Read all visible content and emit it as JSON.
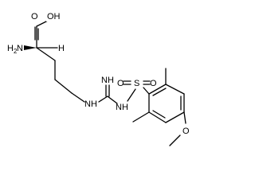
{
  "molecule": {
    "atoms": {
      "oh": "OH",
      "o_carbonyl": "O",
      "h2n_main": "H",
      "h2n_sub": "2",
      "h2n_tail": "N",
      "h_stereo": "H",
      "nh_left": "NH",
      "nh_imine": "NH",
      "nh_right": "NH",
      "s": "S",
      "o_sulfonyl_left": "O",
      "o_sulfonyl_right": "O",
      "o_methoxy": "O"
    }
  }
}
